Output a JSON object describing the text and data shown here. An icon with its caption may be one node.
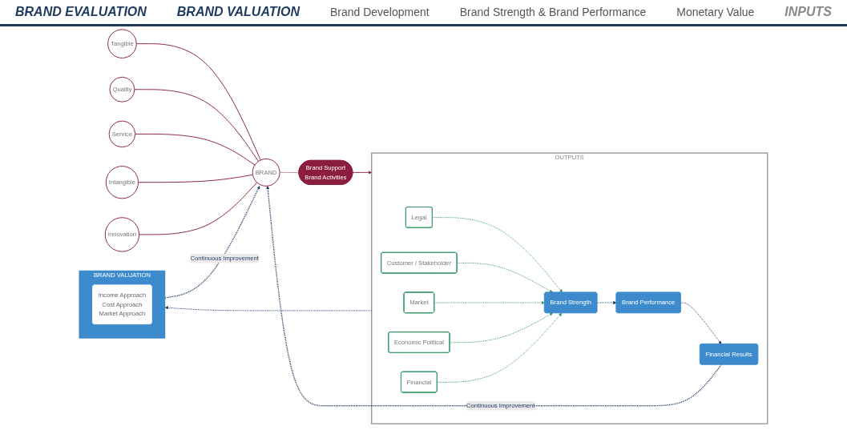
{
  "diagram": {
    "nodes": [
      {
        "text": [
          "Tangible"
        ]
      },
      {
        "text": [
          "Quality"
        ]
      },
      {
        "text": [
          "Service"
        ]
      },
      {
        "text": [
          "BRAND"
        ]
      },
      {
        "text": [
          "Brand Support",
          "Brand Activities"
        ]
      },
      {
        "text": [
          "Intangible"
        ]
      },
      {
        "text": [
          "Innovation"
        ]
      },
      {
        "text": [
          "OUTPUTS"
        ]
      },
      {
        "text": [
          "Legal"
        ],
        "in": 7
      },
      {
        "text": [
          "Customer / Stakeholder"
        ],
        "in": 7
      },
      {
        "text": [
          "Market"
        ],
        "in": 7
      },
      {
        "text": [
          "Economic Political"
        ],
        "in": 7
      },
      {
        "text": [
          "Financial"
        ],
        "in": 7
      },
      {
        "text": [
          "Brand Strength"
        ],
        "in": 7
      },
      {
        "text": [
          "Brand Performance"
        ],
        "in": 7
      },
      {
        "text": [
          "Financial Results"
        ],
        "in": 7
      },
      {
        "text": [
          "BRAND VALUATION"
        ]
      },
      {
        "text": [
          "Income Approach",
          "Cost Approach",
          "Market Approach"
        ],
        "in": 16
      }
    ],
    "edges": [
      {
        "from": 0,
        "to": 3,
        "arrow": "none"
      },
      {
        "from": 1,
        "to": 3,
        "arrow": "none"
      },
      {
        "from": 2,
        "to": 3,
        "arrow": "none"
      },
      {
        "from": 5,
        "to": 3,
        "arrow": "none"
      },
      {
        "from": 6,
        "to": 3,
        "arrow": "none"
      },
      {
        "from": 3,
        "to": 4,
        "arrow": "none",
        "style": "dashed"
      },
      {
        "from": 4,
        "to": 7,
        "arrow": "to"
      },
      {
        "from": 8,
        "to": 13,
        "arrow": "to",
        "style": "dashed",
        "color": "#3a9a6a"
      },
      {
        "from": 9,
        "to": 13,
        "arrow": "to",
        "style": "dashed",
        "color": "#3a9a6a"
      },
      {
        "from": 10,
        "to": 13,
        "arrow": "to",
        "style": "dashed",
        "color": "#3a9a6a"
      },
      {
        "from": 11,
        "to": 13,
        "arrow": "to",
        "style": "dashed",
        "color": "#3a9a6a"
      },
      {
        "from": 12,
        "to": 13,
        "arrow": "to",
        "style": "dashed",
        "color": "#3a9a6a"
      },
      {
        "from": 13,
        "to": 14,
        "arrow": "to",
        "style": "dashed",
        "color": "#1f3a5f"
      },
      {
        "from": 14,
        "to": 15,
        "arrow": "to",
        "style": "dashed",
        "color": "#1f3a5f"
      },
      {
        "from": 7,
        "to": 16,
        "arrow": "to",
        "style": "dashed",
        "color": "#1f3a5f"
      },
      {
        "from": 15,
        "to": 3,
        "arrow": "to",
        "label": "Continuous Improvement",
        "style": "dashed",
        "color": "#1f3a5f"
      },
      {
        "from": 16,
        "to": 3,
        "arrow": "to",
        "label": "Continuous Improvement",
        "style": "dashed",
        "color": "#1f3a5f"
      }
    ],
    "labels": [
      "BRAND EVALUATION",
      "BRAND VALUATION",
      "Brand Development",
      "Brand Strength & Brand Performance",
      "Monetary Value",
      "INPUTS"
    ]
  }
}
